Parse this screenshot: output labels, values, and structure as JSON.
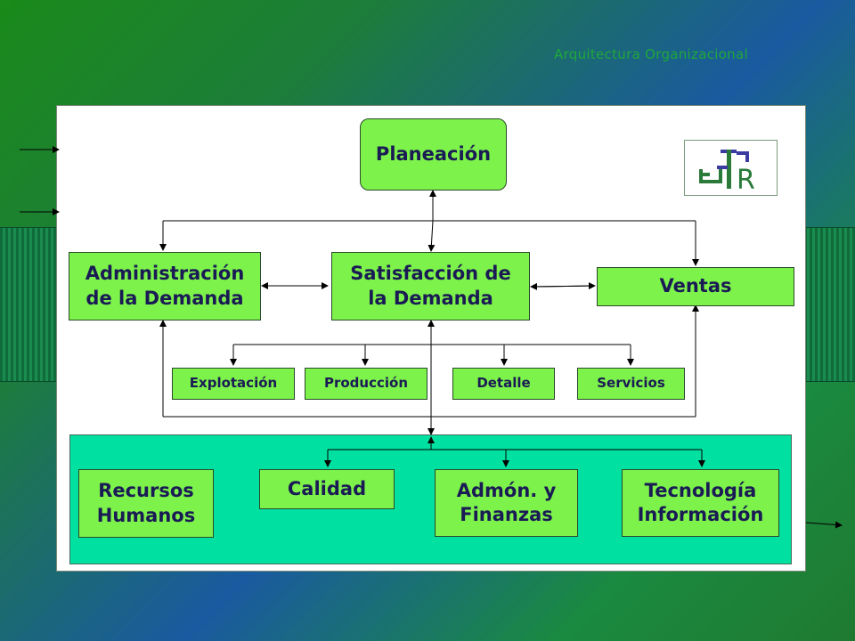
{
  "title": "Arquitectura Organizacional",
  "colors": {
    "box_fill": "#7cf24a",
    "lower_panel": "#00e0a0",
    "text": "#1a1a55"
  },
  "nodes": {
    "planeacion": "Planeación",
    "admin_demanda": "Administración\nde la Demanda",
    "satisfaccion": "Satisfacción de\nla Demanda",
    "ventas": "Ventas",
    "explotacion": "Explotación",
    "produccion": "Producción",
    "detalle": "Detalle",
    "servicios": "Servicios",
    "recursos": "Recursos\nHumanos",
    "calidad": "Calidad",
    "admon": "Admón.  y\nFinanzas",
    "tecnologia": "Tecnología\nInformación"
  },
  "logo": {
    "icon": "gtr-logo-icon",
    "text": "GTR"
  }
}
